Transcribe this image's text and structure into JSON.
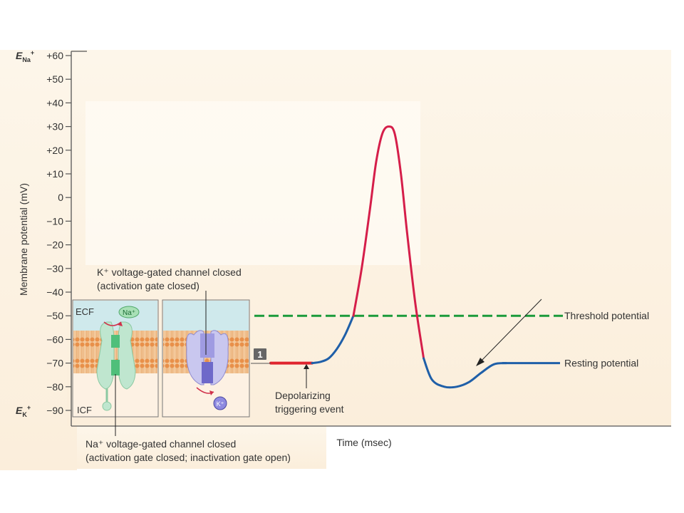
{
  "chart_data": {
    "type": "line",
    "title": "",
    "xlabel": "Time (msec)",
    "ylabel": "Membrane potential (mV)",
    "ylim": [
      -90,
      60
    ],
    "yticks": [
      {
        "value": 60,
        "label": "+60"
      },
      {
        "value": 50,
        "label": "+50"
      },
      {
        "value": 40,
        "label": "+40"
      },
      {
        "value": 30,
        "label": "+30"
      },
      {
        "value": 20,
        "label": "+20"
      },
      {
        "value": 10,
        "label": "+10"
      },
      {
        "value": 0,
        "label": "0"
      },
      {
        "value": -10,
        "label": "−10"
      },
      {
        "value": -20,
        "label": "−20"
      },
      {
        "value": -30,
        "label": "−30"
      },
      {
        "value": -40,
        "label": "−40"
      },
      {
        "value": -50,
        "label": "−50"
      },
      {
        "value": -60,
        "label": "−60"
      },
      {
        "value": -70,
        "label": "−70"
      },
      {
        "value": -80,
        "label": "−80"
      },
      {
        "value": -90,
        "label": "−90"
      }
    ],
    "ena_label": {
      "symbol": "E",
      "sub": "Na",
      "sup": "+"
    },
    "ek_label": {
      "symbol": "E",
      "sub": "K",
      "sup": "+"
    },
    "threshold": {
      "value": -50,
      "label": "Threshold potential",
      "color": "#1a9a3a"
    },
    "resting": {
      "value": -70,
      "label": "Resting potential",
      "color": "#1f5fa8"
    },
    "trace": {
      "points": [
        [
          0.0,
          -70
        ],
        [
          0.25,
          -70
        ],
        [
          0.5,
          -70
        ],
        [
          0.75,
          -70
        ],
        [
          1.0,
          -70
        ],
        [
          1.2,
          -69.5
        ],
        [
          1.4,
          -68
        ],
        [
          1.6,
          -64
        ],
        [
          1.8,
          -58
        ],
        [
          2.0,
          -50
        ],
        [
          2.2,
          -30
        ],
        [
          2.4,
          -5
        ],
        [
          2.55,
          15
        ],
        [
          2.7,
          27
        ],
        [
          2.85,
          30
        ],
        [
          3.0,
          27
        ],
        [
          3.15,
          10
        ],
        [
          3.3,
          -15
        ],
        [
          3.5,
          -45
        ],
        [
          3.7,
          -68
        ],
        [
          3.9,
          -77
        ],
        [
          4.2,
          -80
        ],
        [
          4.5,
          -80
        ],
        [
          4.8,
          -78
        ],
        [
          5.1,
          -74
        ],
        [
          5.4,
          -70.5
        ],
        [
          5.7,
          -70
        ],
        [
          6.5,
          -70
        ],
        [
          7.0,
          -70
        ]
      ],
      "trigger_end": 1.0,
      "rise_start": 2.0,
      "fall_end": 3.7,
      "colors": {
        "trigger": "#e0242e",
        "rise_fall": "#d51e4a",
        "other": "#1f5fa8"
      }
    },
    "annotations": [
      {
        "text": "Depolarizing triggering event"
      },
      {
        "text": "K⁺ voltage-gated channel closed (activation gate closed)"
      },
      {
        "text": "Na⁺ voltage-gated channel closed (activation gate closed; inactivation gate open)"
      }
    ],
    "step_badge": "1"
  },
  "inset": {
    "ecf_label": "ECF",
    "icf_label": "ICF",
    "na_ion": "Na⁺",
    "k_ion": "K⁺"
  },
  "labels": {
    "k_channel_line1": "K⁺ voltage-gated channel closed",
    "k_channel_line2": "(activation gate closed)",
    "na_channel_line1": "Na⁺ voltage-gated channel closed",
    "na_channel_line2": "(activation gate closed; inactivation gate open)",
    "depol_line1": "Depolarizing",
    "depol_line2": "triggering event"
  }
}
